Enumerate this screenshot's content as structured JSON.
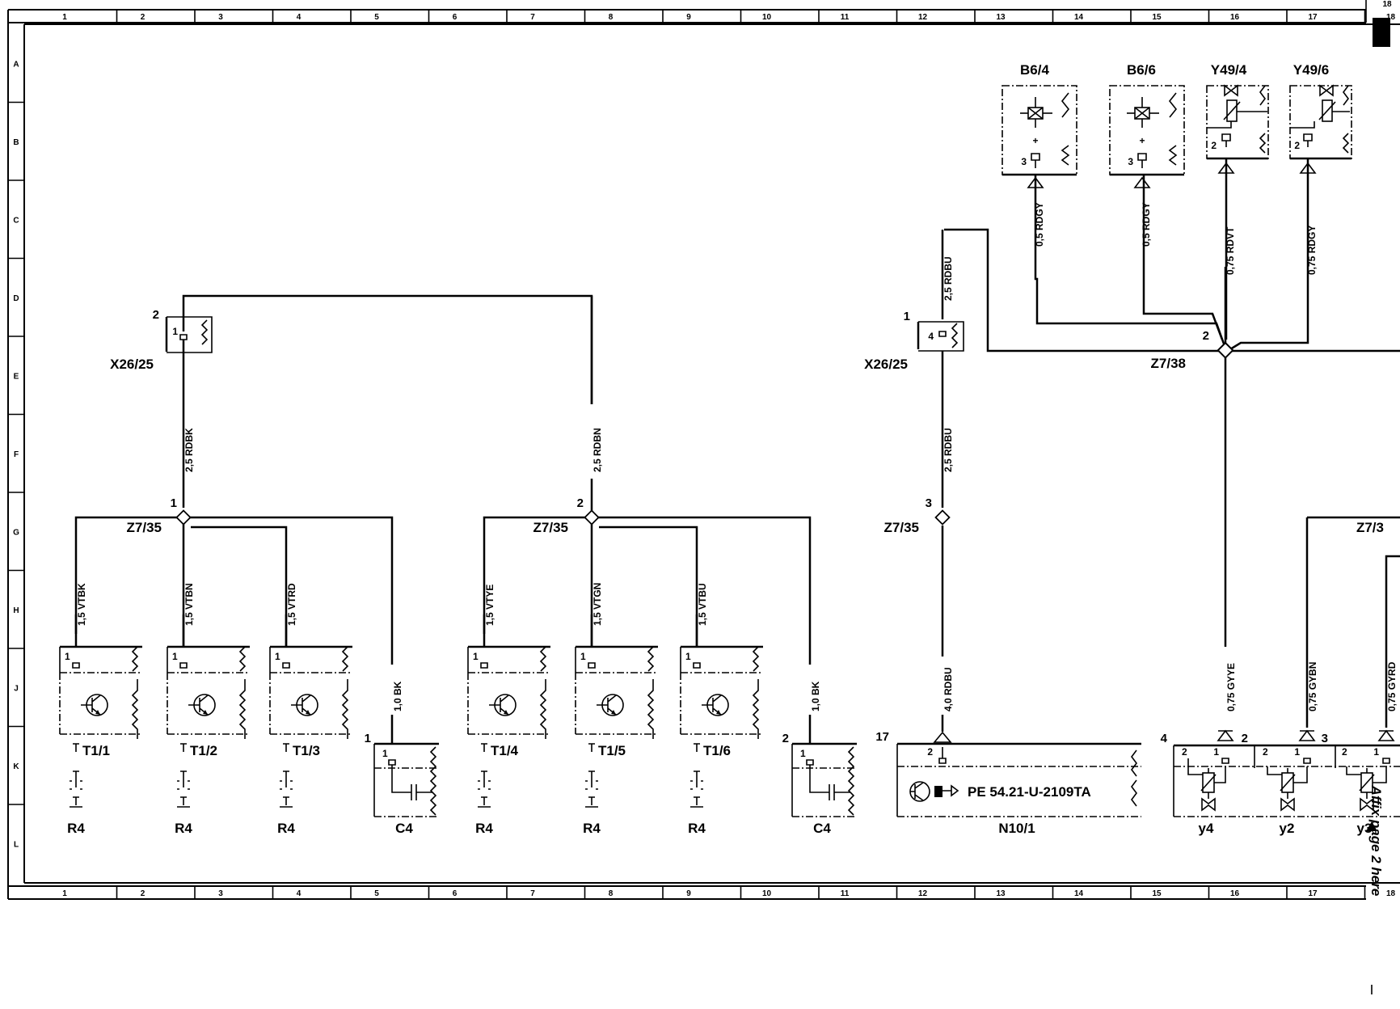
{
  "grid": {
    "columns": [
      "1",
      "2",
      "3",
      "4",
      "5",
      "6",
      "7",
      "8",
      "9",
      "10",
      "11",
      "12",
      "13",
      "14",
      "15",
      "16",
      "17",
      "18"
    ],
    "rows": [
      "A",
      "B",
      "C",
      "D",
      "E",
      "F",
      "G",
      "H",
      "J",
      "K",
      "L"
    ]
  },
  "top_components": [
    {
      "id": "B6/4",
      "pin": "3"
    },
    {
      "id": "B6/6",
      "pin": "3"
    },
    {
      "id": "Y49/4",
      "pin": "2"
    },
    {
      "id": "Y49/6",
      "pin": "2"
    }
  ],
  "connectors": {
    "x26_left": {
      "id": "X26/25",
      "pin_outer": "2",
      "pin_inner": "1"
    },
    "x26_right": {
      "id": "X26/25",
      "pin_outer": "1",
      "pin_inner": "4"
    },
    "z7_35_a": {
      "id": "Z7/35",
      "node": "1"
    },
    "z7_35_b": {
      "id": "Z7/35",
      "node": "2"
    },
    "z7_35_c": {
      "id": "Z7/35",
      "node": "3"
    },
    "z7_38": {
      "id": "Z7/38",
      "node": "2"
    },
    "z7_right": {
      "id": "Z7/3"
    }
  },
  "wires": {
    "rdbk": "2,5 RDBK",
    "rdbn": "2,5 RDBN",
    "rdbu_top": "2,5 RDBU",
    "rdbu_mid": "2,5 RDBU",
    "rdbu_low": "4,0 RDBU",
    "rdgy_1": "0,5 RDGY",
    "rdgy_2": "0,5 RDGY",
    "rdvt": "0,75 RDVT",
    "rdgy_3": "0,75 RDGY",
    "bk_1": "1,0 BK",
    "bk_2": "1,0 BK",
    "gyye": "0,75 GYYE",
    "gybn": "0,75 GYBN",
    "gyrd": "0,75 GYRD"
  },
  "transistor_groups": [
    {
      "wire": "1,5 VTBK",
      "label": "T1/1",
      "pin": "1",
      "sensor": "R4"
    },
    {
      "wire": "1,5 VTBN",
      "label": "T1/2",
      "pin": "1",
      "sensor": "R4"
    },
    {
      "wire": "1,5 VTRD",
      "label": "T1/3",
      "pin": "1",
      "sensor": "R4"
    },
    {
      "wire": "1,5 VTYE",
      "label": "T1/4",
      "pin": "1",
      "sensor": "R4"
    },
    {
      "wire": "1,5 VTGN",
      "label": "T1/5",
      "pin": "1",
      "sensor": "R4"
    },
    {
      "wire": "1,5 VTBU",
      "label": "T1/6",
      "pin": "1",
      "sensor": "R4"
    }
  ],
  "capacitors": [
    {
      "label": "C4",
      "pin_outer": "1",
      "pin_inner": "1"
    },
    {
      "label": "C4",
      "pin_outer": "2",
      "pin_inner": "1"
    }
  ],
  "control_unit": {
    "id": "N10/1",
    "pin_outer": "17",
    "pin_inner": "2",
    "reference": "PE 54.21-U-2109TA"
  },
  "valves": [
    {
      "label": "y4",
      "pin_outer": "4",
      "pin_a": "2",
      "pin_b": "1"
    },
    {
      "label": "y2",
      "pin_outer": "2",
      "pin_a": "2",
      "pin_b": "1"
    },
    {
      "label": "y3",
      "pin_outer": "3",
      "pin_a": "2",
      "pin_b": "1"
    }
  ],
  "page_marker": "18",
  "side_note": "Affix page 2 here"
}
